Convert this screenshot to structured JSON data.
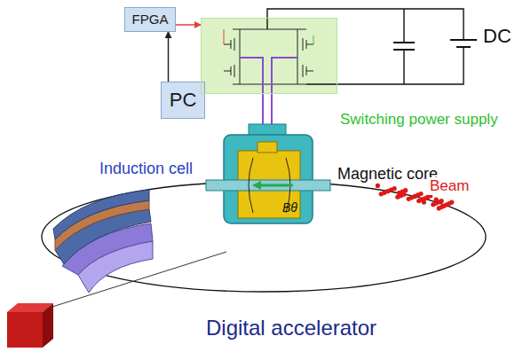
{
  "diagram": {
    "nodes": [
      {
        "text": [
          "FPGA"
        ]
      },
      {
        "text": [
          "PC"
        ]
      },
      {
        "text": [
          "Switching power supply"
        ]
      }
    ],
    "edges": [
      {
        "from": 1,
        "to": 0,
        "arrow": "to"
      },
      {
        "from": 0,
        "to": 2,
        "arrow": "to"
      }
    ],
    "labels": [
      "DC",
      "Induction cell",
      "Magnetic core",
      "Beam",
      "Bθ",
      "Digital accelerator"
    ]
  }
}
